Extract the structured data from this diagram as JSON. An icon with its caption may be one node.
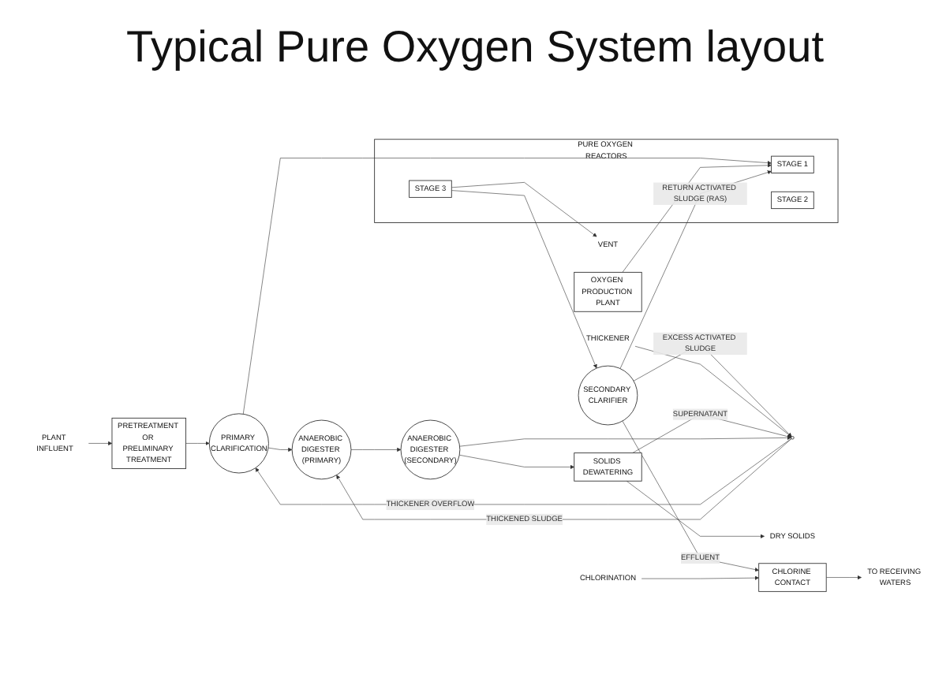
{
  "diagram": {
    "title": "Typical Pure Oxygen System layout",
    "nodes": [
      {
        "text": [
          "PLANT INFLUENT"
        ]
      },
      {
        "text": [
          "PRETREATMENT OR PRELIMINARY TREATMENT"
        ]
      },
      {
        "text": [
          "PRIMARY CLARIFICATION"
        ]
      },
      {
        "text": [
          "OXYGEN PRODUCTION PLANT"
        ]
      },
      {
        "text": [
          "PURE OXYGEN REACTORS"
        ]
      },
      {
        "text": [
          "STAGE 1"
        ],
        "in": 4
      },
      {
        "text": [
          "STAGE 2"
        ],
        "in": 4
      },
      {
        "text": [
          "STAGE 3"
        ],
        "in": 4
      },
      {
        "text": [
          "VENT"
        ]
      },
      {
        "text": [
          "SECONDARY CLARIFIER"
        ]
      },
      {
        "text": [
          "THICKENER"
        ]
      },
      {
        "text": [],
        "shape": "circle"
      },
      {
        "text": [
          "ANAEROBIC DIGESTER (PRIMARY)"
        ]
      },
      {
        "text": [
          "ANAEROBIC DIGESTER (SECONDARY)"
        ]
      },
      {
        "text": [
          "SOLIDS DEWATERING"
        ]
      },
      {
        "text": [
          "DRY SOLIDS"
        ]
      },
      {
        "text": [
          "CHLORINE CONTACT"
        ]
      },
      {
        "text": [
          "CHLORINATION"
        ]
      },
      {
        "text": [
          "TO RECEIVING WATERS"
        ]
      }
    ],
    "edges": [
      {
        "from": 0,
        "to": 1,
        "arrow": "to"
      },
      {
        "from": 1,
        "to": 2,
        "arrow": "to"
      },
      {
        "from": 2,
        "to": 5,
        "arrow": "to"
      },
      {
        "from": 3,
        "to": 5,
        "arrow": "to"
      },
      {
        "from": 7,
        "to": 8,
        "arrow": "to"
      },
      {
        "from": 7,
        "to": 9,
        "arrow": "to"
      },
      {
        "from": 9,
        "to": 5,
        "arrow": "to",
        "label": "RETURN ACTIVATED SLUDGE (RAS)"
      },
      {
        "from": 9,
        "to": 11,
        "arrow": "to",
        "label": "EXCESS ACTIVATED SLUDGE"
      },
      {
        "from": 10,
        "to": 11,
        "arrow": "to"
      },
      {
        "from": 11,
        "to": 2,
        "arrow": "to",
        "label": "THICKENER OVERFLOW"
      },
      {
        "from": 11,
        "to": 12,
        "arrow": "to",
        "label": "THICKENED SLUDGE"
      },
      {
        "from": 2,
        "to": 12,
        "arrow": "to"
      },
      {
        "from": 12,
        "to": 13,
        "arrow": "to"
      },
      {
        "from": 13,
        "to": 14,
        "arrow": "to"
      },
      {
        "from": 14,
        "to": 11,
        "arrow": "to",
        "label": "SUPERNATANT"
      },
      {
        "from": 13,
        "to": 11,
        "arrow": "to"
      },
      {
        "from": 14,
        "to": 15,
        "arrow": "to"
      },
      {
        "from": 9,
        "to": 16,
        "arrow": "to",
        "label": "EFFLUENT"
      },
      {
        "from": 17,
        "to": 16,
        "arrow": "to"
      },
      {
        "from": 16,
        "to": 18,
        "arrow": "to"
      }
    ]
  }
}
